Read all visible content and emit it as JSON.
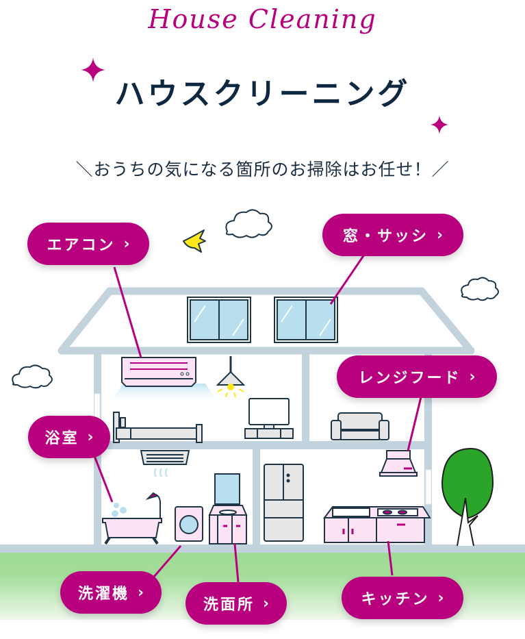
{
  "header": {
    "script_title": "House Cleaning",
    "title": "ハウスクリーニング",
    "subtitle": "＼おうちの気になる箇所のお掃除はお任せ！／"
  },
  "colors": {
    "accent": "#b8007f",
    "title_text": "#0d2840",
    "house_frame": "#c3d3de",
    "ground": "#9fdb95",
    "tree": "#2aa52a",
    "appliance_pink": "#fde3f3",
    "window_glass": "#b9dfef"
  },
  "buttons": [
    {
      "id": "aircon",
      "label": "エアコン",
      "chevron": "›"
    },
    {
      "id": "window",
      "label": "窓・サッシ",
      "chevron": "›"
    },
    {
      "id": "rangehood",
      "label": "レンジフード",
      "chevron": "›"
    },
    {
      "id": "bathroom",
      "label": "浴室",
      "chevron": "›"
    },
    {
      "id": "washer",
      "label": "洗濯機",
      "chevron": "›"
    },
    {
      "id": "washroom",
      "label": "洗面所",
      "chevron": "›"
    },
    {
      "id": "kitchen",
      "label": "キッチン",
      "chevron": "›"
    }
  ]
}
